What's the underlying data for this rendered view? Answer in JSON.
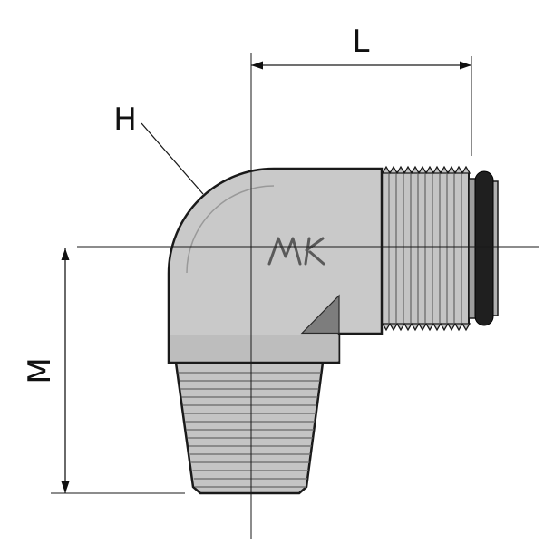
{
  "diagram": {
    "kind": "technical-drawing",
    "labels": {
      "top_dimension": "L",
      "left_dimension": "M",
      "callout": "H"
    },
    "parts": {
      "body": "elbow-body",
      "side_port": "male-straight-thread-port",
      "seal": "o-ring",
      "bottom_port": "tapered-male-thread-port",
      "lines": "centerlines"
    },
    "colors": {
      "background": "#ffffff",
      "body": "#c9c9c9",
      "body_band": "#bdbdbd",
      "chamfer_shadow": "#7d7d7d",
      "thread_metal": "#c4c4c4",
      "thread_line": "#767676",
      "groove": "#9e9e9e",
      "oring": "#1f1f1f",
      "end_face": "#b0b0b0",
      "outline": "#1a1a1a",
      "dimension": "#111111"
    }
  }
}
